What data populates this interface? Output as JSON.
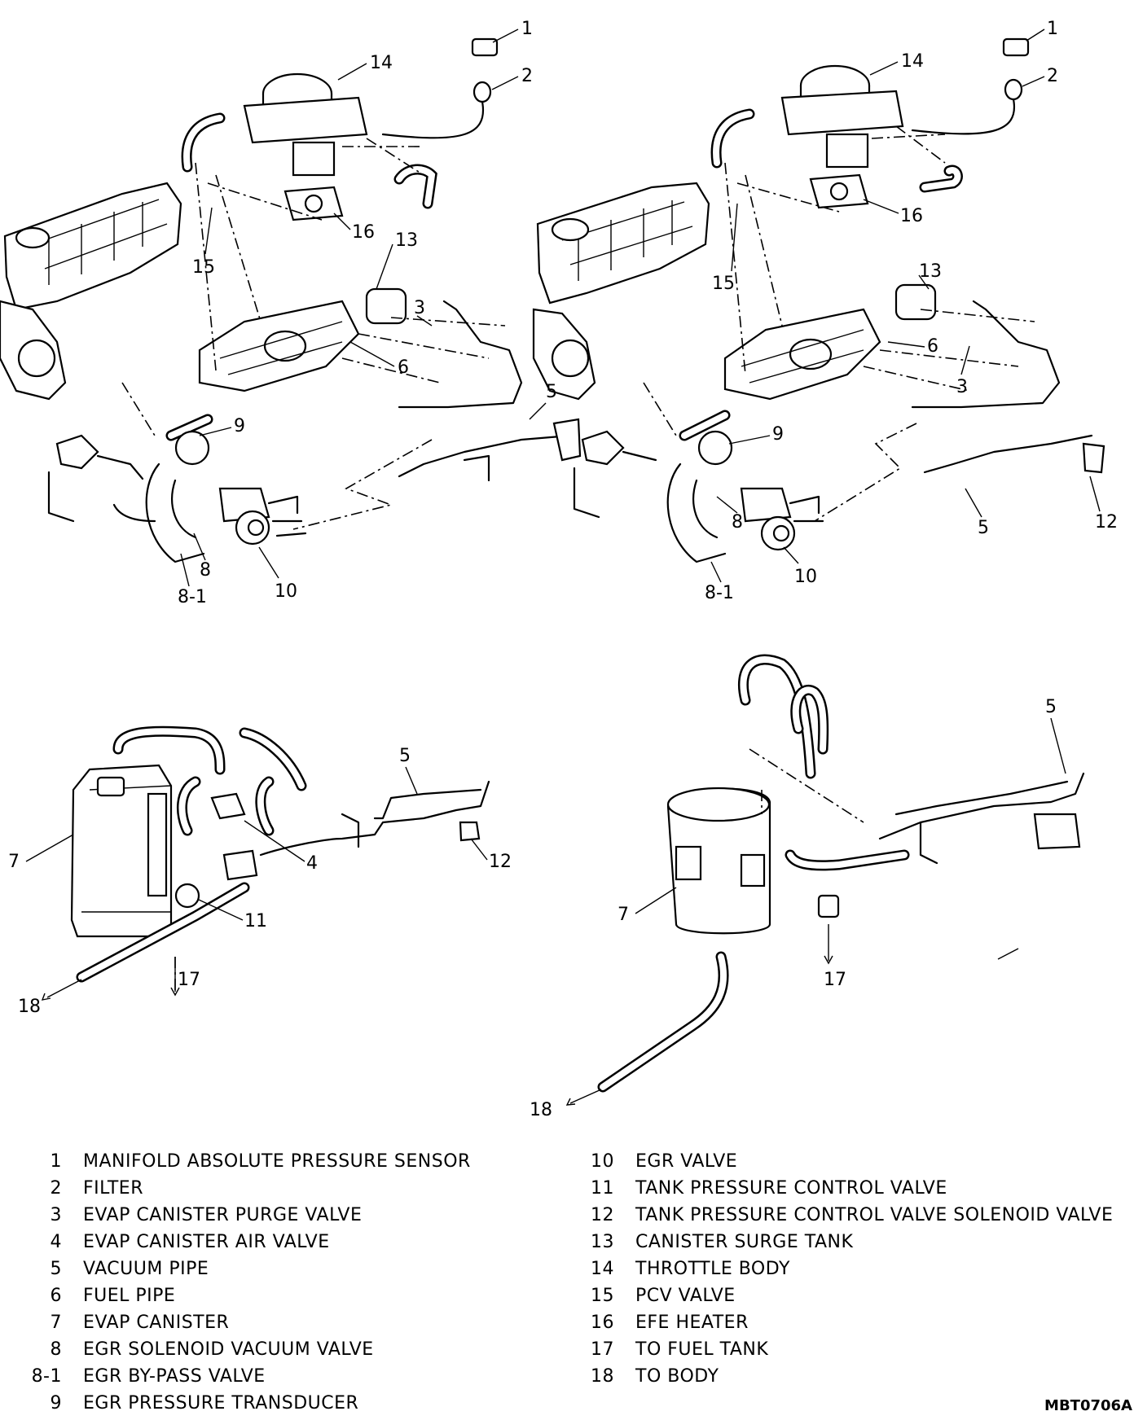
{
  "diagram": {
    "callouts_top_left": [
      "1",
      "2",
      "14",
      "16",
      "15",
      "13",
      "3",
      "6",
      "5",
      "9",
      "8",
      "8-1",
      "10"
    ],
    "callouts_top_right": [
      "1",
      "2",
      "14",
      "16",
      "15",
      "13",
      "6",
      "3",
      "9",
      "5",
      "12",
      "8",
      "8-1",
      "10"
    ],
    "callouts_bottom_left": [
      "5",
      "7",
      "4",
      "12",
      "11",
      "17",
      "18"
    ],
    "callouts_bottom_right": [
      "5",
      "7",
      "17",
      "18"
    ]
  },
  "legend": {
    "left": [
      {
        "num": "1",
        "text": "MANIFOLD ABSOLUTE PRESSURE SENSOR"
      },
      {
        "num": "2",
        "text": "FILTER"
      },
      {
        "num": "3",
        "text": "EVAP CANISTER PURGE VALVE"
      },
      {
        "num": "4",
        "text": "EVAP CANISTER AIR VALVE"
      },
      {
        "num": "5",
        "text": "VACUUM PIPE"
      },
      {
        "num": "6",
        "text": "FUEL PIPE"
      },
      {
        "num": "7",
        "text": "EVAP CANISTER"
      },
      {
        "num": "8",
        "text": "EGR SOLENOID VACUUM VALVE"
      },
      {
        "num": "8-1",
        "text": "EGR BY-PASS VALVE"
      },
      {
        "num": "9",
        "text": "EGR PRESSURE TRANSDUCER"
      }
    ],
    "right": [
      {
        "num": "10",
        "text": "EGR VALVE"
      },
      {
        "num": "11",
        "text": "TANK PRESSURE CONTROL VALVE"
      },
      {
        "num": "12",
        "text": "TANK PRESSURE CONTROL VALVE SOLENOID VALVE"
      },
      {
        "num": "13",
        "text": "CANISTER SURGE TANK"
      },
      {
        "num": "14",
        "text": "THROTTLE BODY"
      },
      {
        "num": "15",
        "text": "PCV VALVE"
      },
      {
        "num": "16",
        "text": "EFE HEATER"
      },
      {
        "num": "17",
        "text": "TO FUEL TANK"
      },
      {
        "num": "18",
        "text": "TO BODY"
      }
    ]
  },
  "figure_code": "MBT0706A"
}
